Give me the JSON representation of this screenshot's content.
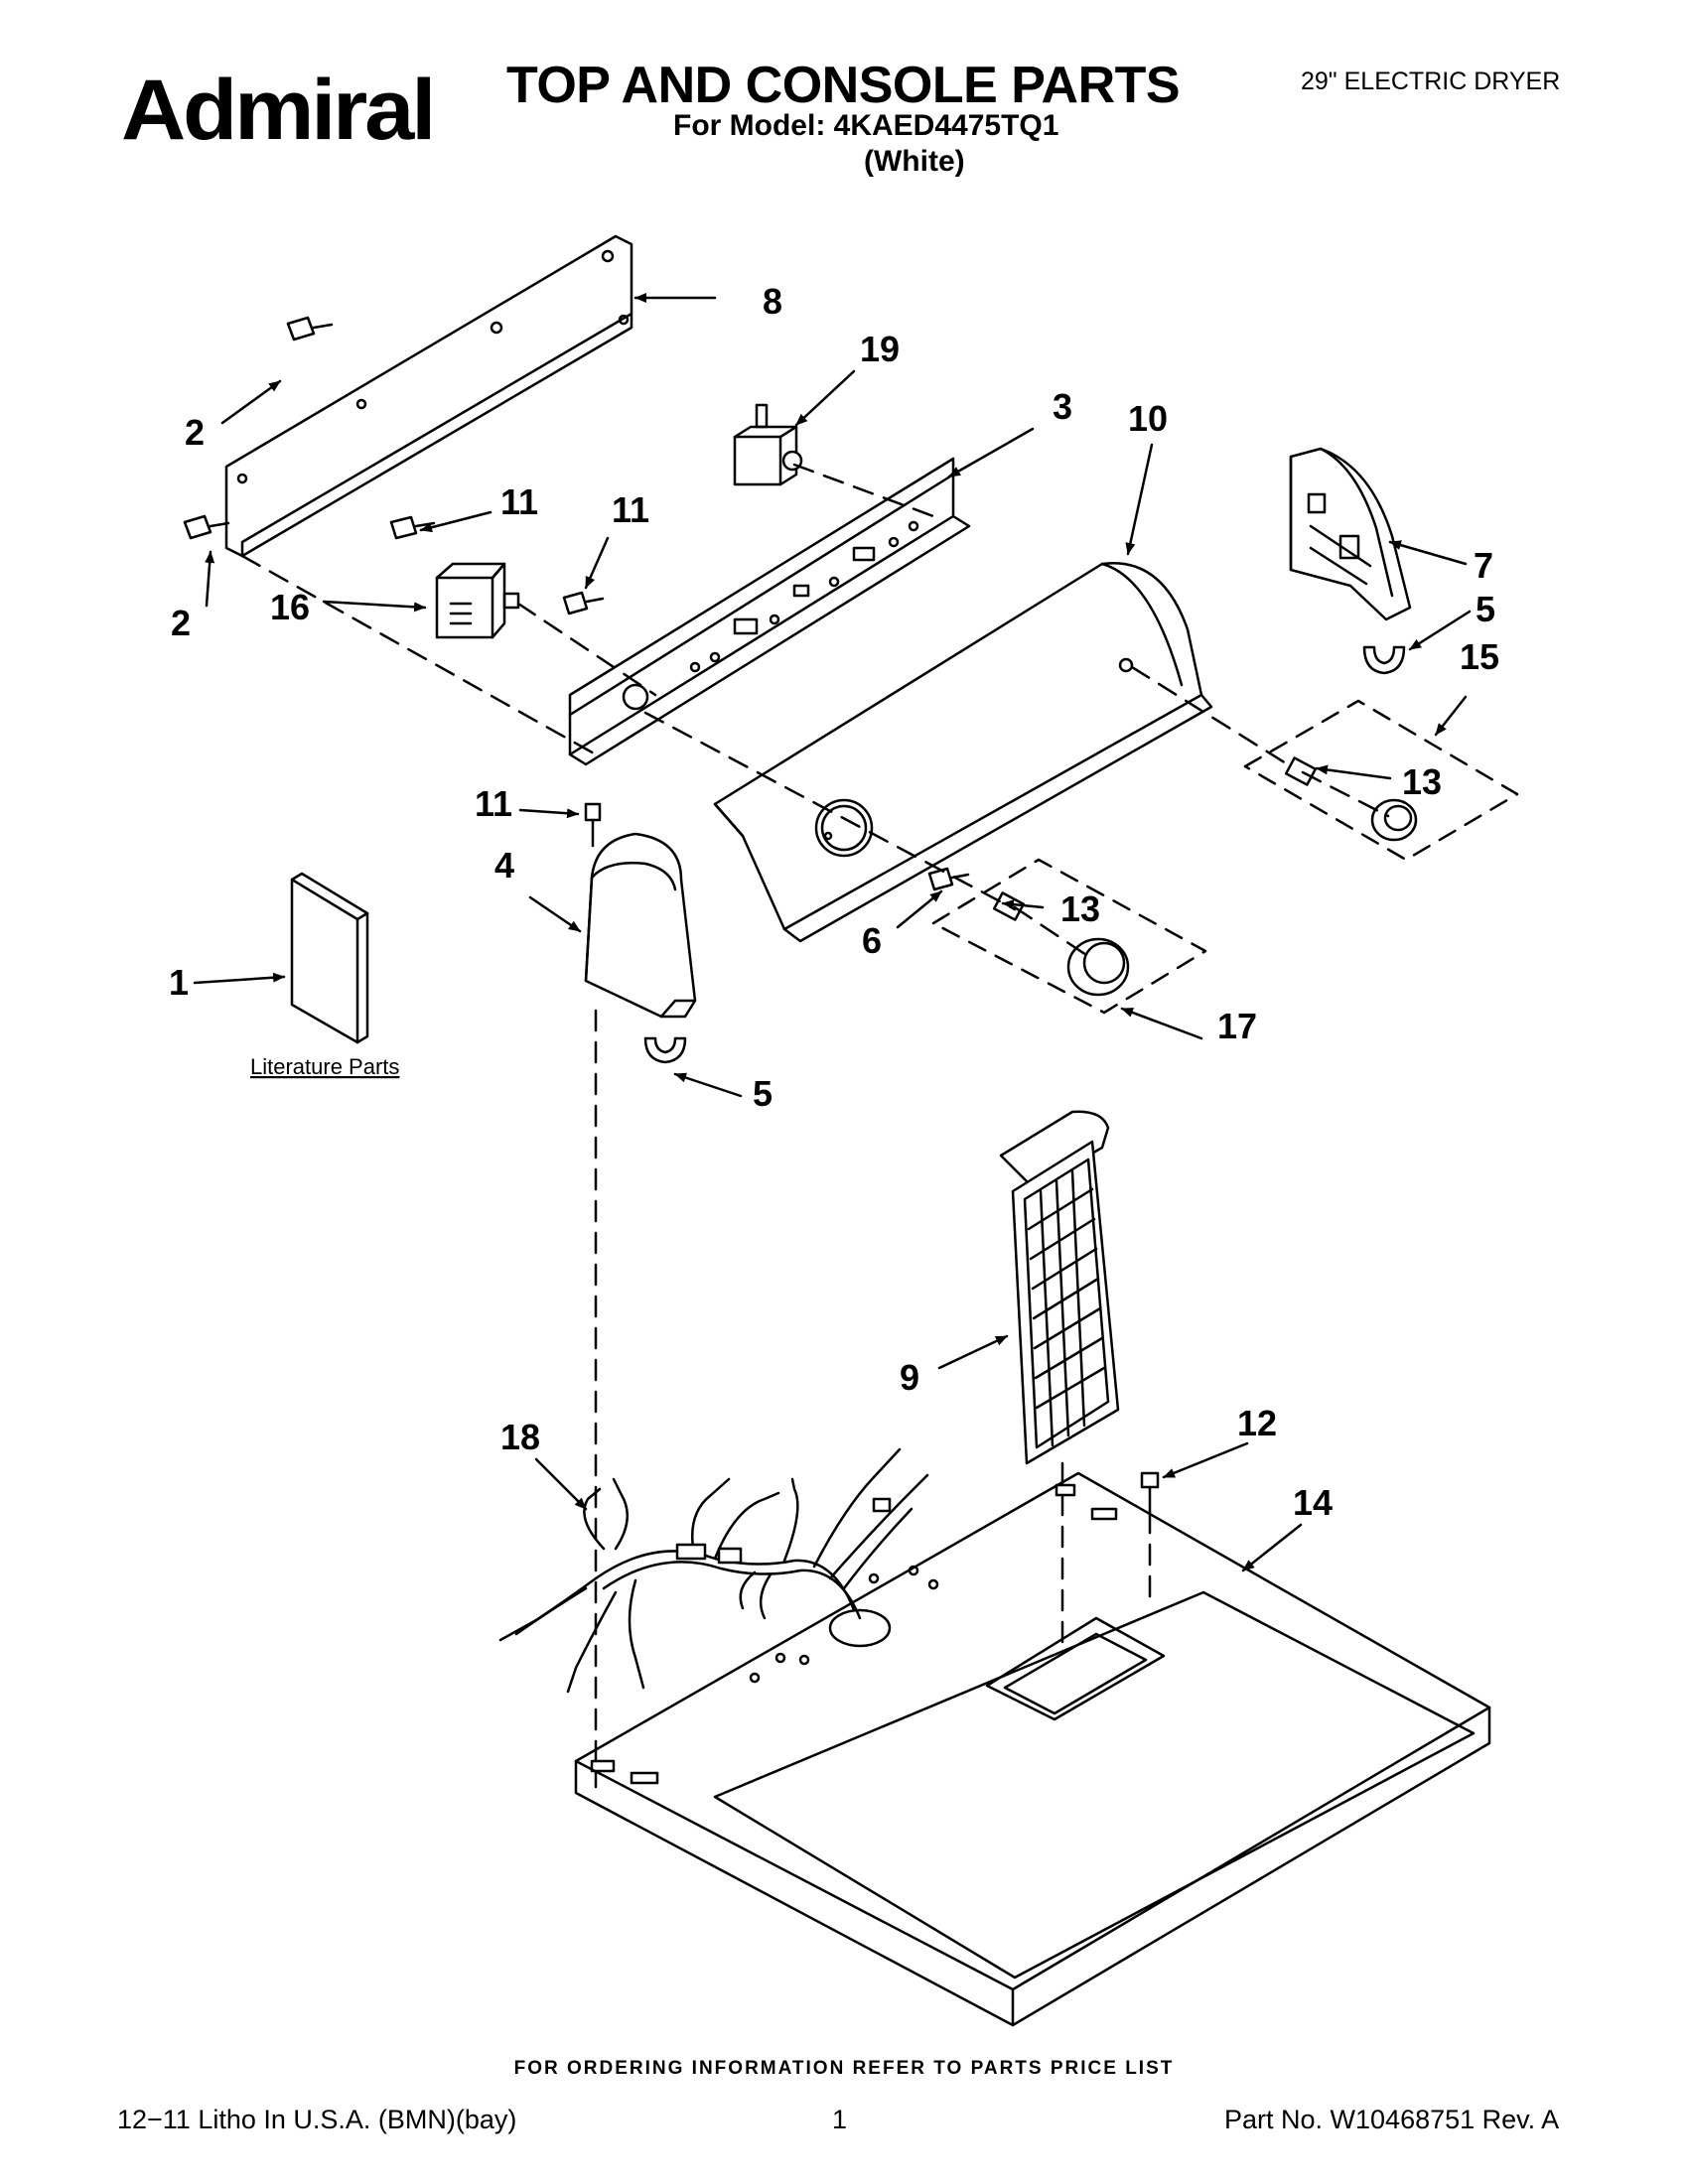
{
  "header": {
    "brand": "Admiral",
    "title": "TOP AND CONSOLE PARTS",
    "model_line": "For Model: 4KAED4475TQ1",
    "color_variant": "(White)",
    "product_type": "29\" ELECTRIC DRYER"
  },
  "diagram": {
    "literature_caption": "Literature Parts",
    "callouts": [
      "1",
      "2",
      "2",
      "3",
      "4",
      "5",
      "5",
      "6",
      "7",
      "8",
      "9",
      "10",
      "11",
      "11",
      "11",
      "12",
      "13",
      "13",
      "14",
      "15",
      "16",
      "17",
      "18",
      "19"
    ]
  },
  "footer": {
    "ordering_note": "FOR ORDERING INFORMATION REFER TO PARTS PRICE LIST",
    "litho": "12−11 Litho In U.S.A. (BMN)(bay)",
    "page_number": "1",
    "part_number": "Part No. W10468751 Rev. A"
  }
}
